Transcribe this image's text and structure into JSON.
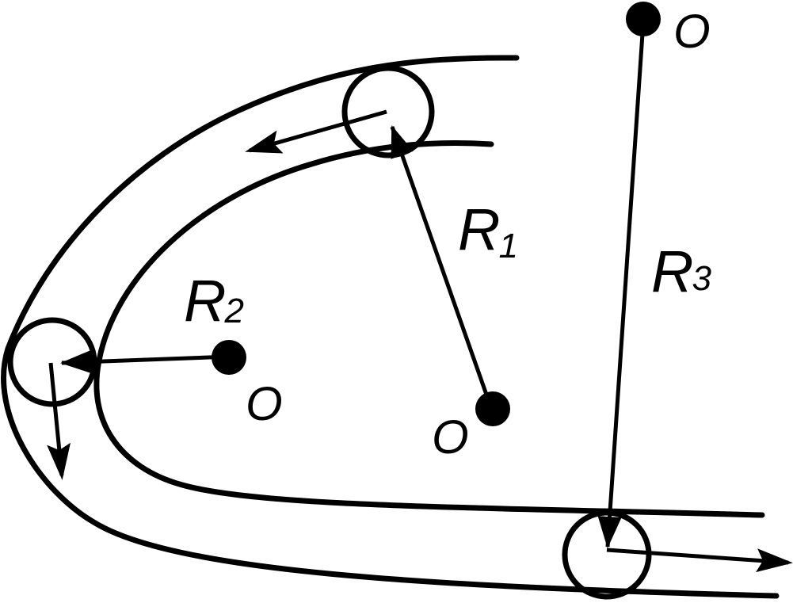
{
  "labels": {
    "r1": {
      "main": "R",
      "sub": "1"
    },
    "r2": {
      "main": "R",
      "sub": "2"
    },
    "r3": {
      "main": "R",
      "sub": "3"
    },
    "center1": "O",
    "center2": "O",
    "center3": "O"
  },
  "colors": {
    "stroke": "#000000",
    "background": "#ffffff"
  }
}
